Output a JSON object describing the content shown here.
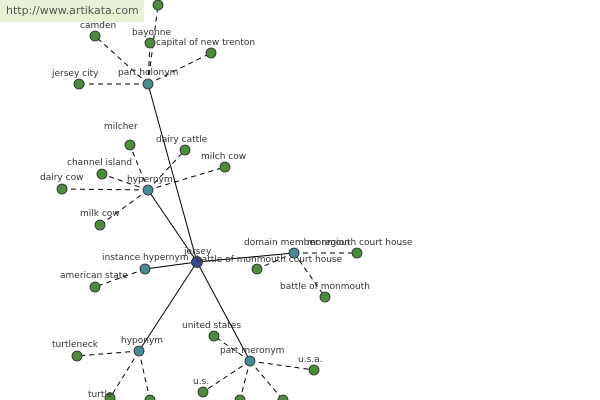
{
  "watermark": "http://www.artikata.com",
  "colors": {
    "leaf_node": "#4e8a3f",
    "relation_node": "#4a8a94",
    "center_node": "#3a4c8c",
    "edge": "#000000"
  },
  "graph": {
    "center": {
      "id": "jersey",
      "label": "jersey"
    },
    "relations": [
      {
        "id": "part_holonym",
        "label": "part holonym",
        "targets": [
          "camden",
          "bayonne",
          "capital of new trenton",
          "jersey city",
          "(unlabeled)"
        ]
      },
      {
        "id": "hypernym",
        "label": "hypernym",
        "targets": [
          "milcher",
          "dairy cattle",
          "milch cow",
          "channel island",
          "dairy cow",
          "milk cow"
        ]
      },
      {
        "id": "instance_hypernym",
        "label": "instance hypernym",
        "targets": [
          "american state"
        ]
      },
      {
        "id": "domain_member_region",
        "label": "domain member region",
        "targets": [
          "battle of monmouth court house",
          "monmouth court house",
          "battle of monmouth"
        ]
      },
      {
        "id": "hyponym",
        "label": "hyponym",
        "targets": [
          "turtleneck",
          "turtle",
          "(offscreen)"
        ]
      },
      {
        "id": "part_meronym",
        "label": "part meronym",
        "targets": [
          "united states",
          "u.s.a.",
          "u.s.",
          "(offscreen)",
          "(offscreen)"
        ]
      }
    ]
  }
}
